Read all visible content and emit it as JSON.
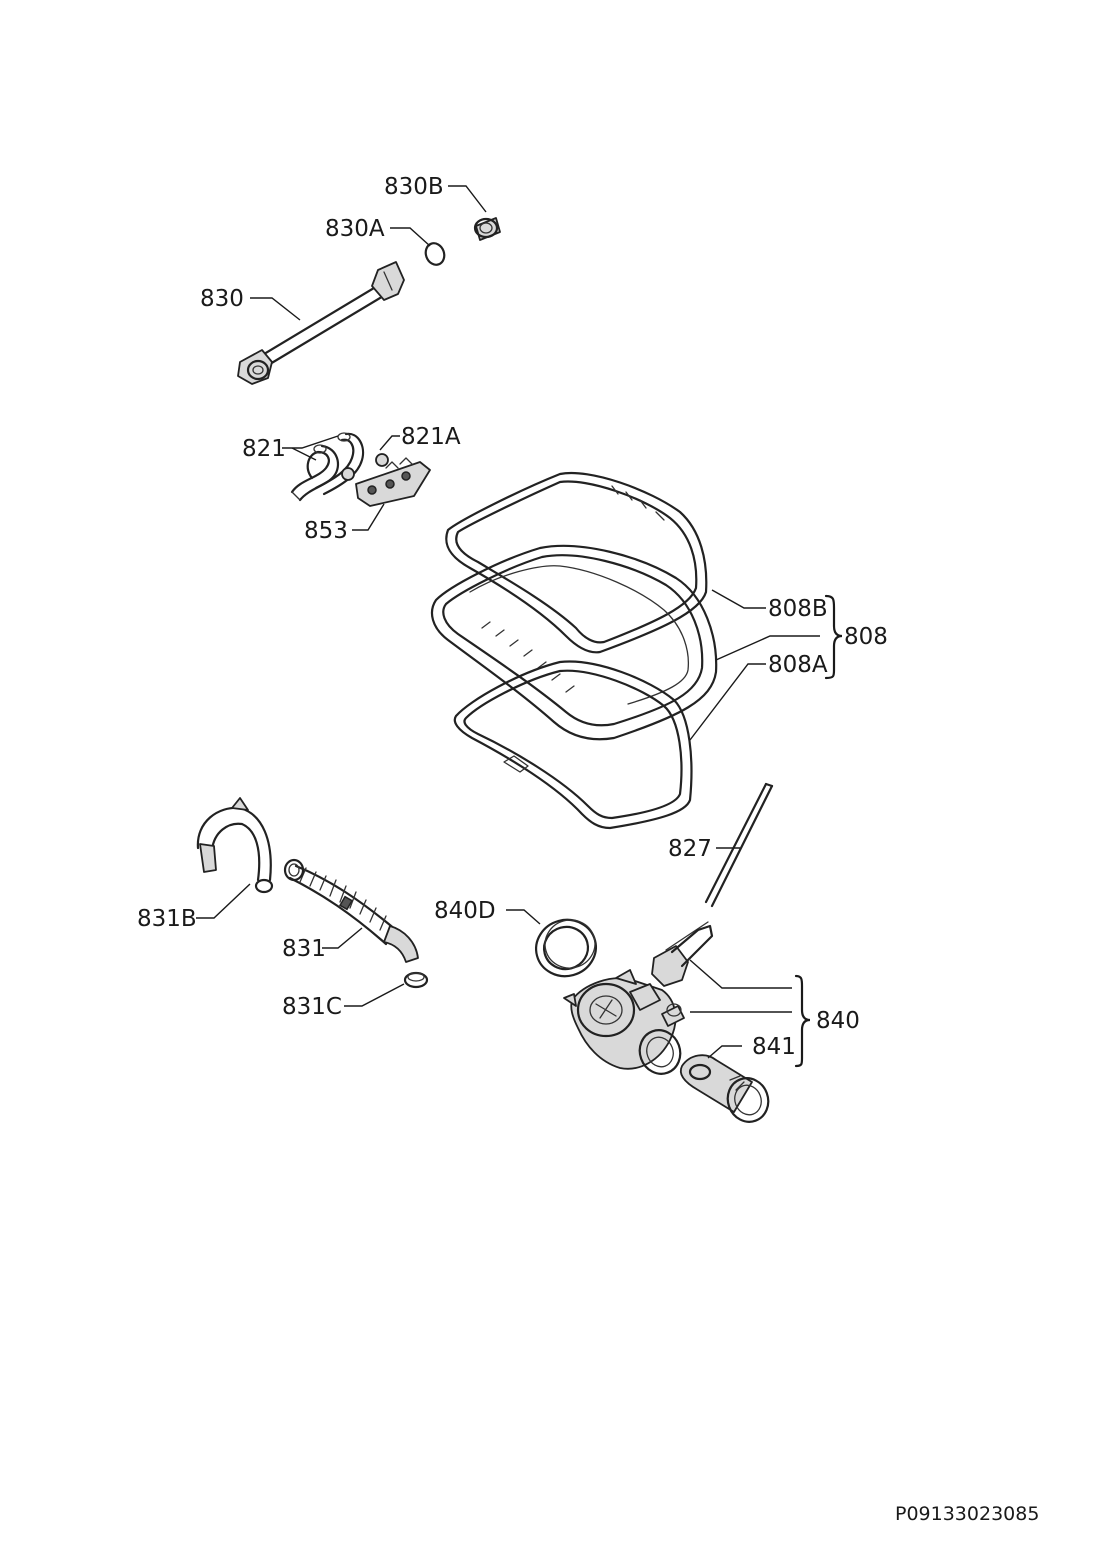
{
  "labels": {
    "l830B": "830B",
    "l830A": "830A",
    "l830": "830",
    "l821": "821",
    "l821A": "821A",
    "l853": "853",
    "l808B": "808B",
    "l808": "808",
    "l808A": "808A",
    "l827": "827",
    "l831B": "831B",
    "l840D": "840D",
    "l831": "831",
    "l831C": "831C",
    "l840": "840",
    "l841": "841"
  },
  "document_code": "P09133023085"
}
